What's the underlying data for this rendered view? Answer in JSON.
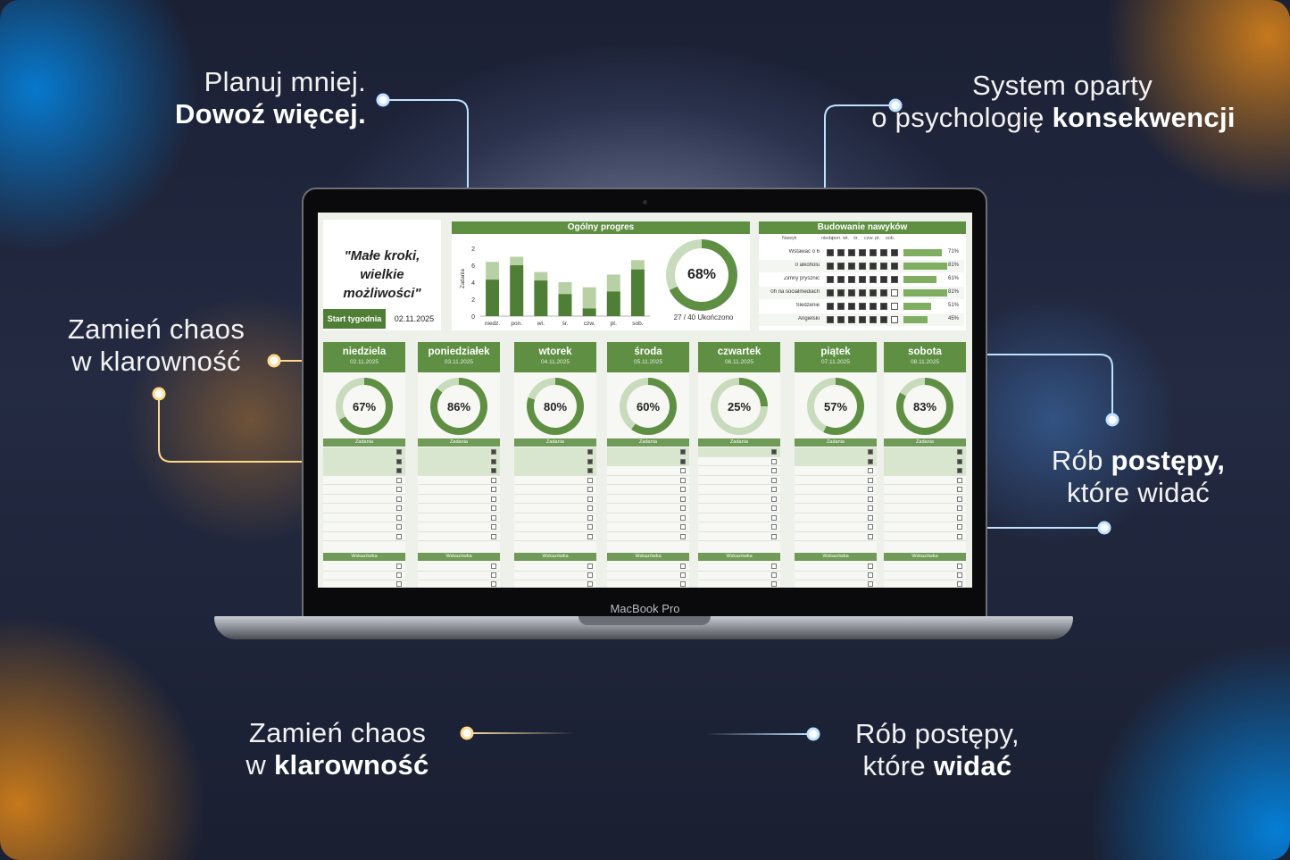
{
  "callouts": {
    "top_left": {
      "line1": "Planuj mniej.",
      "line2": "Dowoź więcej."
    },
    "top_right": {
      "line1": "System oparty",
      "line2_normal": "o psychologię ",
      "line2_bold": "konsekwencji"
    },
    "mid_left": {
      "line1": "Zamień chaos",
      "line2": "w klarowność"
    },
    "mid_right": {
      "line1_normal": "Rób ",
      "line1_bold": "postępy,",
      "line2": "które widać"
    },
    "bottom_left": {
      "line1": "Zamień chaos",
      "line2_normal": "w ",
      "line2_bold": "klarowność"
    },
    "bottom_right": {
      "line1": "Rób postępy,",
      "line2_normal": "które ",
      "line2_bold": "widać"
    }
  },
  "laptop": {
    "brand": "MacBook Pro"
  },
  "dashboard": {
    "quote": "\"Małe kroki, wielkie możliwości\"",
    "start_week_button": "Start tygodnia",
    "start_date": "02.11.2025",
    "overall_progress": {
      "title": "Ogólny progres",
      "percent": 68,
      "percent_label": "68%",
      "completed_label": "27 / 40 Ukończono",
      "ylabel": "Zadania"
    },
    "habits": {
      "title": "Budowanie nawyków",
      "column_headers": [
        "Nawyk",
        "niedz.",
        "pon.",
        "wt.",
        "śr.",
        "czw.",
        "pt.",
        "sob."
      ],
      "rows": [
        {
          "name": "Wstawać o 6",
          "percent": 71,
          "label": "71%"
        },
        {
          "name": "0 alkoholu",
          "percent": 81,
          "label": "81%"
        },
        {
          "name": "Zimny prysznic",
          "percent": 61,
          "label": "61%"
        },
        {
          "name": "0h na socialmediach",
          "percent": 81,
          "label": "81%"
        },
        {
          "name": "Śledzenie",
          "percent": 51,
          "label": "51%"
        },
        {
          "name": "Angielski",
          "percent": 45,
          "label": "45%"
        }
      ]
    },
    "days": [
      {
        "name": "niedziela",
        "date": "02.11.2025",
        "percent": 67,
        "label": "67%",
        "tasks_header": "Zadania",
        "notes_header": "Wskazówka"
      },
      {
        "name": "poniedziałek",
        "date": "03.11.2025",
        "percent": 86,
        "label": "86%",
        "tasks_header": "Zadania",
        "notes_header": "Wskazówka"
      },
      {
        "name": "wtorek",
        "date": "04.11.2025",
        "percent": 80,
        "label": "80%",
        "tasks_header": "Zadania",
        "notes_header": "Wskazówka"
      },
      {
        "name": "środa",
        "date": "05.11.2025",
        "percent": 60,
        "label": "60%",
        "tasks_header": "Zadania",
        "notes_header": "Wskazówka"
      },
      {
        "name": "czwartek",
        "date": "06.11.2025",
        "percent": 25,
        "label": "25%",
        "tasks_header": "Zadania",
        "notes_header": "Wskazówka"
      },
      {
        "name": "piątek",
        "date": "07.11.2025",
        "percent": 57,
        "label": "57%",
        "tasks_header": "Zadania",
        "notes_header": "Wskazówka"
      },
      {
        "name": "sobota",
        "date": "08.11.2025",
        "percent": 83,
        "label": "83%",
        "tasks_header": "Zadania",
        "notes_header": "Wskazówka"
      }
    ]
  },
  "chart_data": {
    "type": "bar",
    "title": "Ogólny progres",
    "ylabel": "Zadania",
    "xlabel": "",
    "categories": [
      "niedz.",
      "pon.",
      "wt.",
      "śr.",
      "czw.",
      "pt.",
      "sob."
    ],
    "series": [
      {
        "values": [
          6.4,
          7.0,
          5.2,
          4.0,
          3.4,
          4.9,
          6.6
        ]
      },
      {
        "values": [
          4.3,
          6.0,
          4.2,
          2.6,
          0.9,
          2.9,
          5.5
        ]
      }
    ],
    "yticks": [
      0,
      2,
      4,
      6,
      2
    ],
    "ylim": [
      0,
      8
    ],
    "colors": {
      "remaining": "#b8d0a6",
      "done": "#4f7f36"
    }
  },
  "colors": {
    "accent_green": "#5e8f43",
    "ring_track": "#c9dbbd",
    "line_blue": "#a9d4ff",
    "line_orange": "#ffd27a"
  }
}
